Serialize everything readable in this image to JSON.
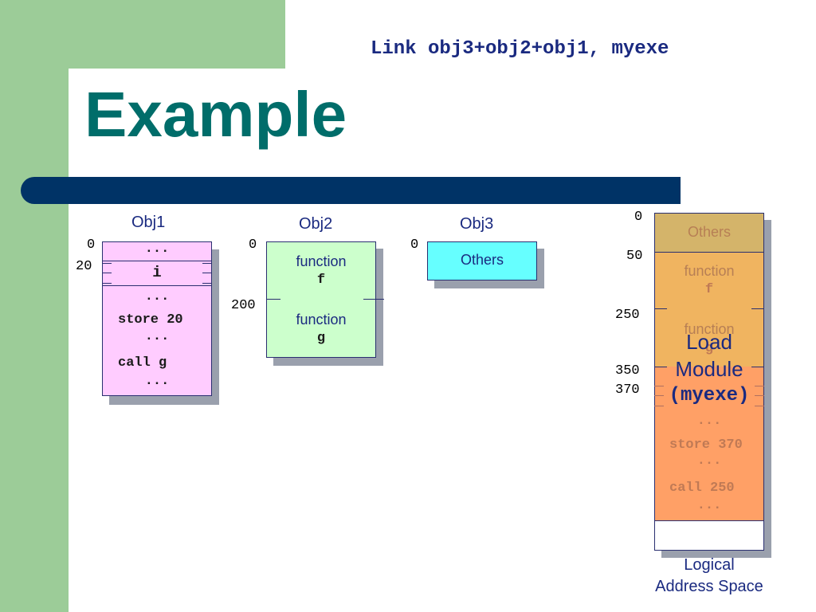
{
  "slide": {
    "title": "Example",
    "command": "Link obj3+obj2+obj1, myexe",
    "colors": {
      "green": "#9ccc98",
      "title": "#006d6a",
      "bar": "#003366"
    }
  },
  "obj1": {
    "label": "Obj1",
    "addr_0": "0",
    "addr_20": "20",
    "dots_top": "...",
    "var_i": "i",
    "dots_1": "...",
    "store": "store 20",
    "dots_2": "...",
    "call": "call g",
    "dots_3": "...",
    "color": "#ffccff"
  },
  "obj2": {
    "label": "Obj2",
    "addr_0": "0",
    "addr_200": "200",
    "func_f_1": "function",
    "func_f_2": "f",
    "func_g_1": "function",
    "func_g_2": "g",
    "color": "#ccffcc"
  },
  "obj3": {
    "label": "Obj3",
    "addr_0": "0",
    "others": "Others",
    "color": "#66ffff"
  },
  "load_module": {
    "addr_0": "0",
    "addr_50": "50",
    "addr_250": "250",
    "addr_350": "350",
    "addr_370": "370",
    "others": "Others",
    "func_f_1": "function",
    "func_f_2": "f",
    "func_g_1": "function",
    "func_g_2": "g",
    "overlay_1": "Load",
    "overlay_2": "Module",
    "overlay_3": "(myexe)",
    "dots_1": "...",
    "store": "store 370",
    "dots_2": "...",
    "call": "call 250",
    "dots_3": "...",
    "caption_1": "Logical",
    "caption_2": "Address Space",
    "colors": {
      "others": "#d4b46a",
      "functions": "#f0b460",
      "obj1": "#ffa066"
    }
  }
}
